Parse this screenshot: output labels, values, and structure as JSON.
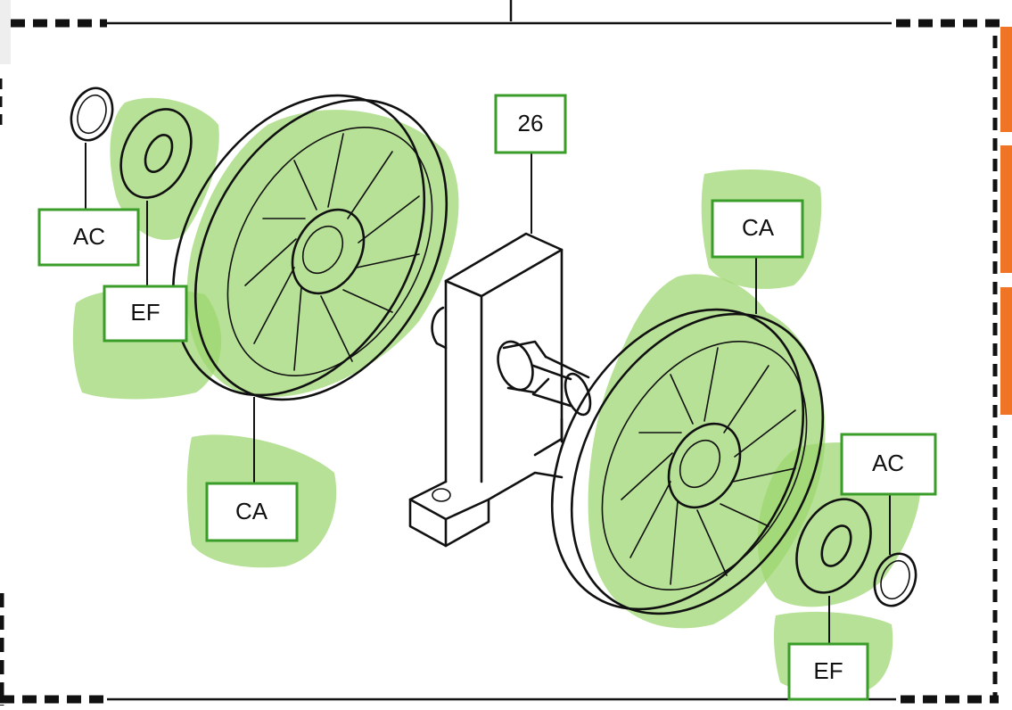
{
  "diagram": {
    "callouts": [
      {
        "id": "top",
        "label": "26"
      },
      {
        "id": "left-ring",
        "label": "AC"
      },
      {
        "id": "left-washer",
        "label": "EF"
      },
      {
        "id": "left-wheel",
        "label": "CA"
      },
      {
        "id": "right-wheel",
        "label": "CA"
      },
      {
        "id": "right-ring",
        "label": "AC"
      },
      {
        "id": "right-washer",
        "label": "EF"
      }
    ],
    "colors": {
      "highlight": "#9bd56e",
      "callout_border": "#3a9d2a",
      "side_tab": "#f07426",
      "ink": "#111111"
    }
  }
}
